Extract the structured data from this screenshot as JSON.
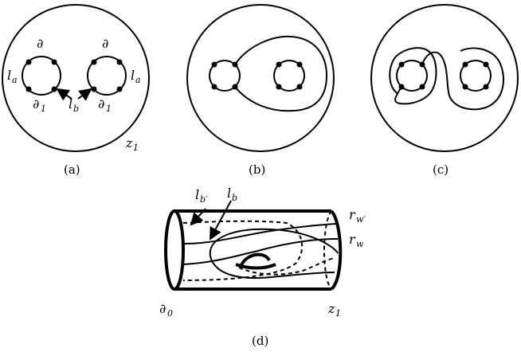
{
  "panels": {
    "a": {
      "caption": "(a)",
      "labels": {
        "boundary_left": "∂",
        "boundary_right": "∂",
        "partial1_left": "∂",
        "partial1_left_sub": "1",
        "partial1_right": "∂",
        "partial1_right_sub": "1",
        "la_left": "l",
        "la_left_sub": "a",
        "la_right": "l",
        "la_right_sub": "a",
        "lb": "l",
        "lb_sub": "b",
        "z1": "z",
        "z1_sub": "1"
      }
    },
    "b": {
      "caption": "(b)"
    },
    "c": {
      "caption": "(c)"
    },
    "d": {
      "caption": "(d)",
      "labels": {
        "lbprime": "l",
        "lbprime_sub": "b′",
        "lb": "l",
        "lb_sub": "b",
        "rwprime": "r",
        "rwprime_sub": "w′",
        "rw": "r",
        "rw_sub": "w",
        "partial0": "∂",
        "partial0_sub": "0",
        "z1": "z",
        "z1_sub": "1"
      }
    }
  }
}
